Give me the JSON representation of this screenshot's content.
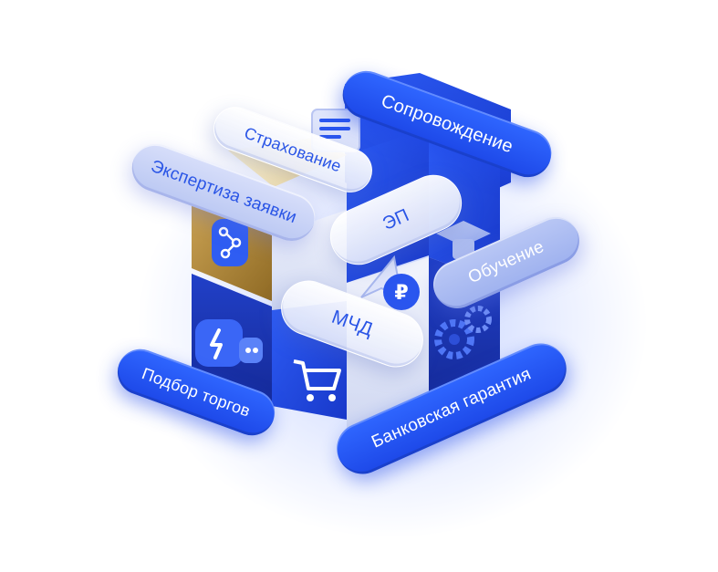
{
  "colors": {
    "brand_blue": "#2456f2",
    "dark_navy": "#1a2fa8",
    "lilac": "#a9b9f2",
    "gold": "#b88a2e",
    "glass": "#eef1fb"
  },
  "labels": {
    "soprovozhdenie": "Сопровождение",
    "strakhovanie": "Страхование",
    "ekspertiza": "Экспертиза заявки",
    "ep": "ЭП",
    "obuchenie": "Обучение",
    "mchd": "МЧД",
    "podbor": "Подбор торгов",
    "garantiya": "Банковская гарантия"
  },
  "icons": [
    "document-list-icon",
    "route-nodes-icon",
    "cursor-arrow-icon",
    "ruble-coin-icon",
    "graduation-cap-icon",
    "gears-icon",
    "lightning-chat-icon",
    "shopping-cart-icon"
  ]
}
